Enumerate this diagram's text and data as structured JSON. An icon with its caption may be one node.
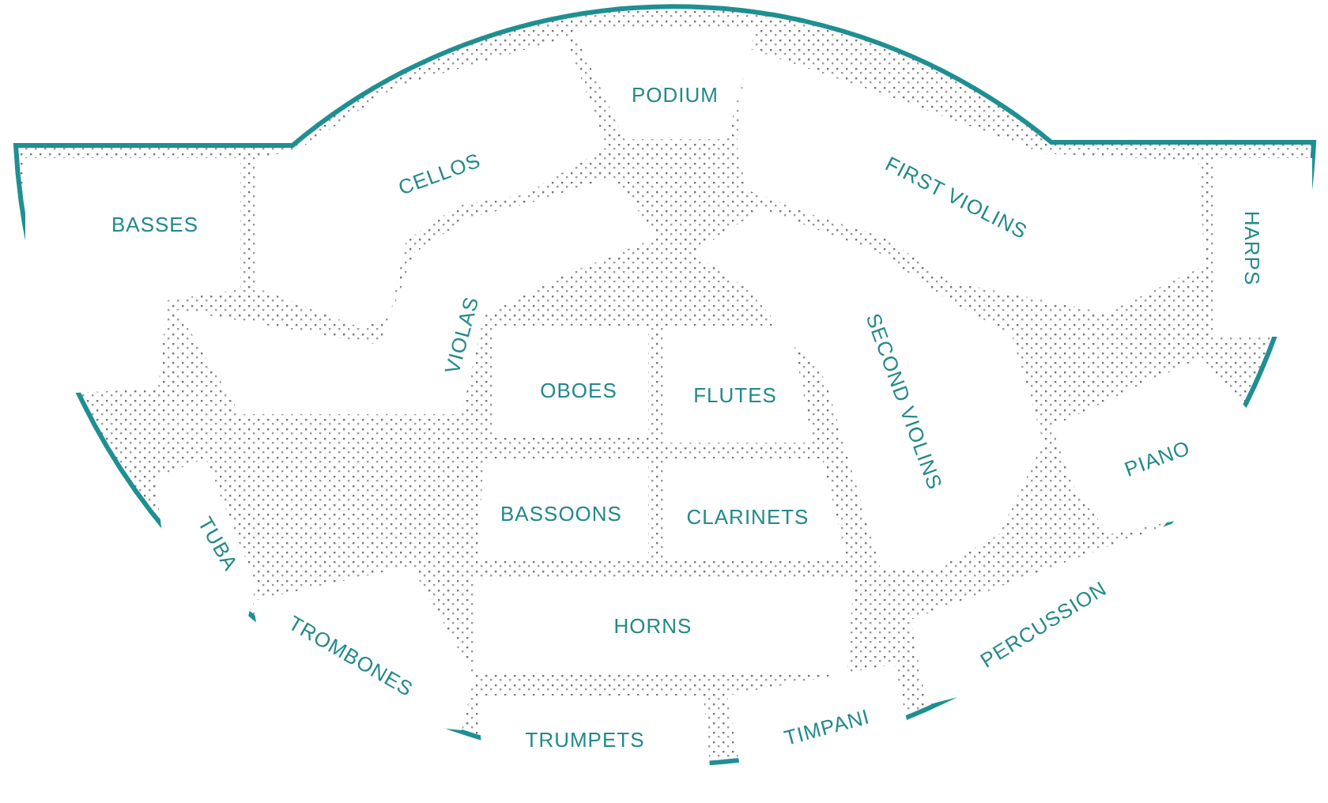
{
  "diagram": {
    "nodes": [
      {
        "text": [
          "PODIUM"
        ]
      },
      {
        "text": [
          "CELLOS"
        ]
      },
      {
        "text": [
          "BASSES"
        ]
      },
      {
        "text": [
          "FIRST VIOLINS"
        ]
      },
      {
        "text": [
          "HARPS"
        ]
      },
      {
        "text": [
          "VIOLAS"
        ]
      },
      {
        "text": [
          "SECOND VIOLINS"
        ]
      },
      {
        "text": [
          "OBOES"
        ]
      },
      {
        "text": [
          "FLUTES"
        ]
      },
      {
        "text": [
          "PIANO"
        ]
      },
      {
        "text": [
          "BASSOONS"
        ]
      },
      {
        "text": [
          "CLARINETS"
        ]
      },
      {
        "text": [
          "TUBA"
        ]
      },
      {
        "text": [
          "HORNS"
        ]
      },
      {
        "text": [
          "TROMBONES"
        ]
      },
      {
        "text": [
          "PERCUSSION"
        ]
      },
      {
        "text": [
          "TRUMPETS"
        ]
      },
      {
        "text": [
          "TIMPANI"
        ]
      }
    ]
  }
}
